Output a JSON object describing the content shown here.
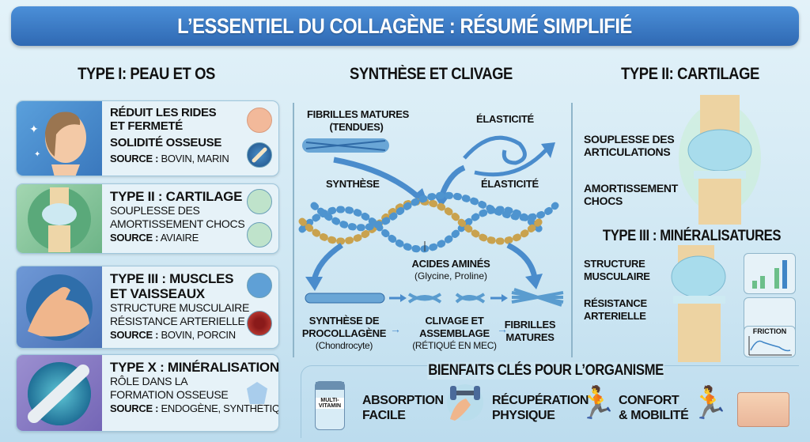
{
  "title": "L’ESSENTIEL DU COLLAGÈNE : RÉSUMÉ SIMPLIFIÉ",
  "left": {
    "heading": "TYPE I: PEAU ET OS",
    "cards": [
      {
        "lines": [
          "RÉDUIT LES RIDES",
          "ET FERMETÉ",
          "SOLIDITÉ OSSEUSE"
        ],
        "source_label": "SOURCE :",
        "source": "BOVIN, MARIN"
      },
      {
        "title": "TYPE II : CARTILAGE",
        "lines": [
          "SOUPLESSE DES",
          "AMORTISSEMENT CHOCS"
        ],
        "source_label": "SOURCE :",
        "source": "AVIAIRE"
      },
      {
        "title": "TYPE III : MUSCLES",
        "title2": "ET VAISSEAUX",
        "lines": [
          "STRUCTURE MUSCULAIRE",
          "RÉSISTANCE ARTERIELLE"
        ],
        "source_label": "SOURCE :",
        "source": "BOVIN, PORCIN"
      },
      {
        "title": "TYPE X : MINÉRALISATION",
        "lines": [
          "RÔLE DANS LA",
          "FORMATION OSSEUSE"
        ],
        "source_label": "SOURCE :",
        "source": "ENDOGÈNE, SYNTHÉTIQUE"
      }
    ]
  },
  "middle": {
    "heading": "SYNTHÈSE ET CLIVAGE",
    "fibrilles_tendues": [
      "FIBRILLES MATURES",
      "(TENDUES)"
    ],
    "elasticite_top": "ÉLASTICITÉ",
    "synthese": "SYNTHÈSE",
    "elasticite": "ÉLASTICITÉ",
    "acides": "ACIDES AMINÉS",
    "acides_sub": "(Glycine, Proline)",
    "step1": [
      "SYNTHÈSE DE",
      "PROCOLLAGÈNE"
    ],
    "step1_sub": "(Chondrocyte)",
    "step2": [
      "CLIVAGE ET",
      "ASSEMBLAGE"
    ],
    "step2_sub": "(RÉTIQUÉ EN MEC)",
    "step3": [
      "FIBRILLES",
      "MATURES"
    ]
  },
  "right": {
    "heading": "TYPE II: CARTILAGE",
    "souplesse": [
      "SOUPLESSE DES",
      "ARTICULATIONS"
    ],
    "amortissement": [
      "AMORTISSEMENT",
      "CHOCS"
    ],
    "heading2": "TYPE III : MINÉRALISATURES",
    "structure": [
      "STRUCTURE",
      "MUSCULAIRE"
    ],
    "resistance": [
      "RÉSISTANCE",
      "ARTERIELLE"
    ],
    "friction": "FRICTION"
  },
  "bottom": {
    "heading": "BIENFAITS CLÉS POUR L’ORGANISME",
    "vitamin_label": [
      "MULTI-",
      "VITAMIN"
    ],
    "items": [
      {
        "lines": [
          "ABSORPTION",
          "FACILE"
        ]
      },
      {
        "lines": [
          "RÉCUPÉRATION",
          "PHYSIQUE"
        ]
      },
      {
        "lines": [
          "CONFORT",
          "& MOBILITÉ"
        ]
      }
    ]
  },
  "colors": {
    "title": "#2f69b3",
    "card1": "#4a8fcf",
    "card2": "#8cc9a0",
    "card3": "#5b86c9",
    "card4": "#8a7cc4",
    "arrow": "#3f85c6"
  }
}
